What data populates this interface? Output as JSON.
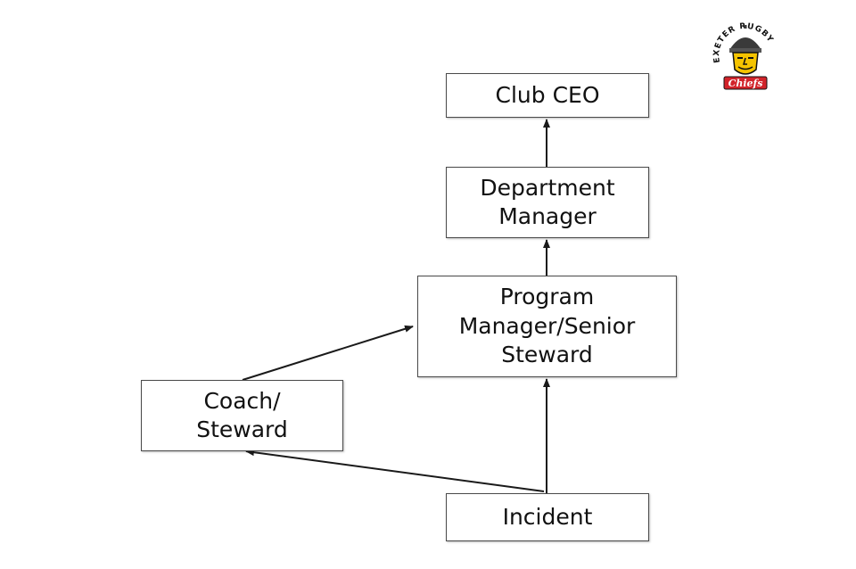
{
  "nodes": {
    "ceo": "Club CEO",
    "department_manager": "Department\nManager",
    "program_manager": "Program\nManager/Senior\nSteward",
    "coach_steward": "Coach/\nSteward",
    "incident": "Incident"
  },
  "logo": {
    "ring_text": "EXETER RUGBY",
    "wordmark": "Chiefs",
    "colors": {
      "yellow": "#f5c400",
      "red": "#d2232a",
      "black": "#111111"
    }
  },
  "colors": {
    "line": "#1a1a1a",
    "box_border": "#4a4a4a"
  }
}
